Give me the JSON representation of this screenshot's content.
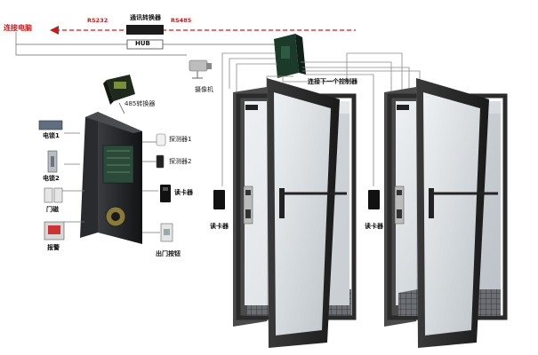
{
  "labels": {
    "pc_link": "连接电脑",
    "rs232": "RS232",
    "converter": "通讯转换器",
    "rs485": "RS485",
    "hub": "HUB",
    "camera": "摄像机",
    "next_controller": "连接下一个控制器",
    "converter_485": "485转换器",
    "lock1": "电锁1",
    "lock2": "电锁2",
    "door_sensor": "门磁",
    "alarm": "报警",
    "detector1": "探测器1",
    "detector2": "探测器2",
    "card_reader_left": "读卡器",
    "exit_button": "出门按钮",
    "card_reader_door1": "读卡器",
    "card_reader_door2": "读卡器"
  },
  "colors": {
    "signal_line": "#c41d1d",
    "wire": "#8a8a8a",
    "door_frame": "#2b2b2b",
    "glass": "#d9dde0",
    "controller": "#1e1f21",
    "floor_grid": "#4a4a4a"
  }
}
